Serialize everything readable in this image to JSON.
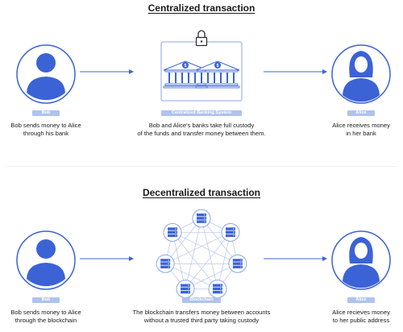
{
  "centralized": {
    "title": "Centralized transaction",
    "bob_badge": "Bob",
    "bob_caption": [
      "Bob sends money to Alice",
      "through his bank"
    ],
    "system_badge": "Centralized Banking System",
    "system_caption": [
      "Bob and Alice's banks take full custody",
      "of the funds and transfer money between them."
    ],
    "alice_badge": "Alice",
    "alice_caption": [
      "Alice receives money",
      "in her bank"
    ]
  },
  "decentralized": {
    "title": "Decentralized transaction",
    "bob_badge": "Bob",
    "bob_caption": [
      "Bob sends money to Alice",
      "through the blockchain"
    ],
    "system_badge": "Blockchain",
    "system_caption": [
      "The blockchain transfers money between accounts",
      "without a trusted third party taking custody"
    ],
    "alice_badge": "Alice",
    "alice_caption": [
      "Alice recieves money",
      "to her public address"
    ]
  },
  "colors": {
    "accent": "#3b63d6",
    "badge": "#aec3ee",
    "icon_stroke": "#8aa6e8"
  }
}
